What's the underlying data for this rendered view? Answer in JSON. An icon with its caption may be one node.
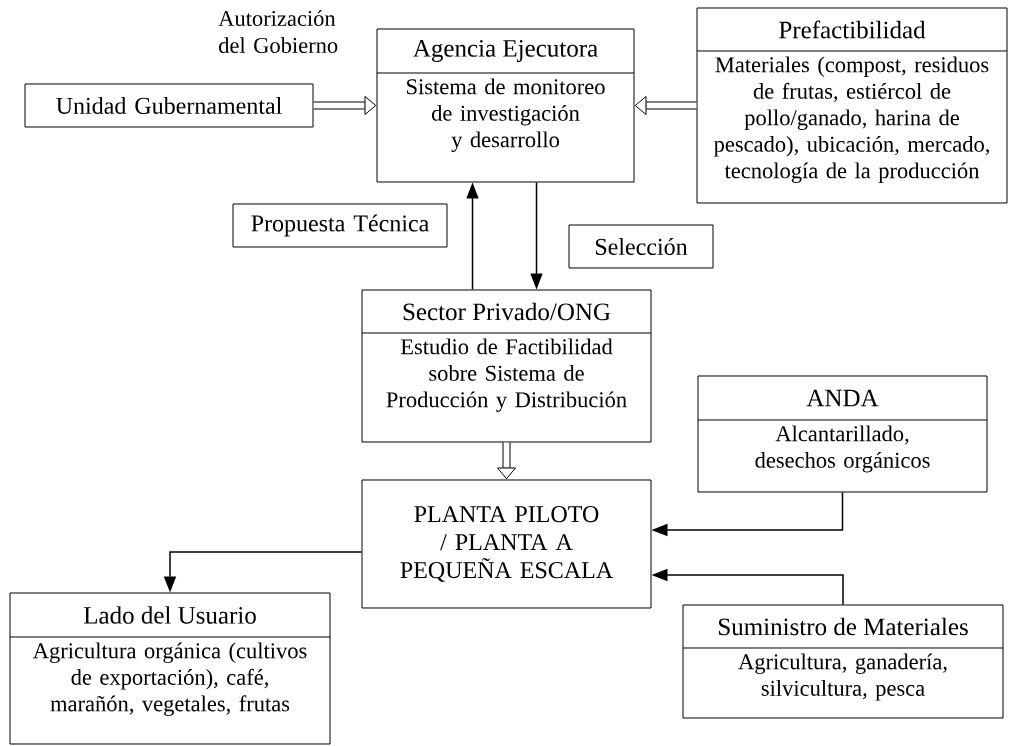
{
  "diagram": {
    "nodes": [
      {
        "text": [
          "Agencia Ejecutora",
          "Sistema de monitoreo de investigación y desarrollo"
        ]
      },
      {
        "text": [
          "Unidad Gubernamental"
        ]
      },
      {
        "text": [
          "Prefactibilidad",
          "Materiales (compost, residuos de frutas, estiércol de pollo/ganado, harina de pescado), ubicación, mercado, tecnología de la producción"
        ]
      },
      {
        "text": [
          "Propuesta Técnica"
        ]
      },
      {
        "text": [
          "Selección"
        ]
      },
      {
        "text": [
          "Sector Privado/ONG",
          "Estudio de Factibilidad sobre Sistema de Producción y Distribución"
        ]
      },
      {
        "text": [
          "ANDA",
          "Alcantarillado, desechos orgánicos"
        ]
      },
      {
        "text": [
          "PLANTA PILOTO / PLANTA A PEQUEÑA ESCALA"
        ]
      },
      {
        "text": [
          "Lado del Usuario",
          "Agricultura orgánica (cultivos de exportación), café, marañón, vegetales, frutas"
        ]
      },
      {
        "text": [
          "Suministro de Materiales",
          "Agricultura, ganadería, silvicultura, pesca"
        ]
      }
    ],
    "edges": [
      {
        "from": 1,
        "to": 0,
        "arrow": "to",
        "style": "thick"
      },
      {
        "from": 2,
        "to": 0,
        "arrow": "to",
        "style": "thick"
      },
      {
        "from": 5,
        "to": 0,
        "arrow": "to"
      },
      {
        "from": 0,
        "to": 5,
        "arrow": "to"
      },
      {
        "from": 5,
        "to": 7,
        "arrow": "to",
        "style": "thick"
      },
      {
        "from": 7,
        "to": 8,
        "arrow": "to"
      },
      {
        "from": 6,
        "to": 7,
        "arrow": "to"
      },
      {
        "from": 9,
        "to": 7,
        "arrow": "to"
      }
    ],
    "labels": [
      "Autorización del Gobierno"
    ]
  }
}
